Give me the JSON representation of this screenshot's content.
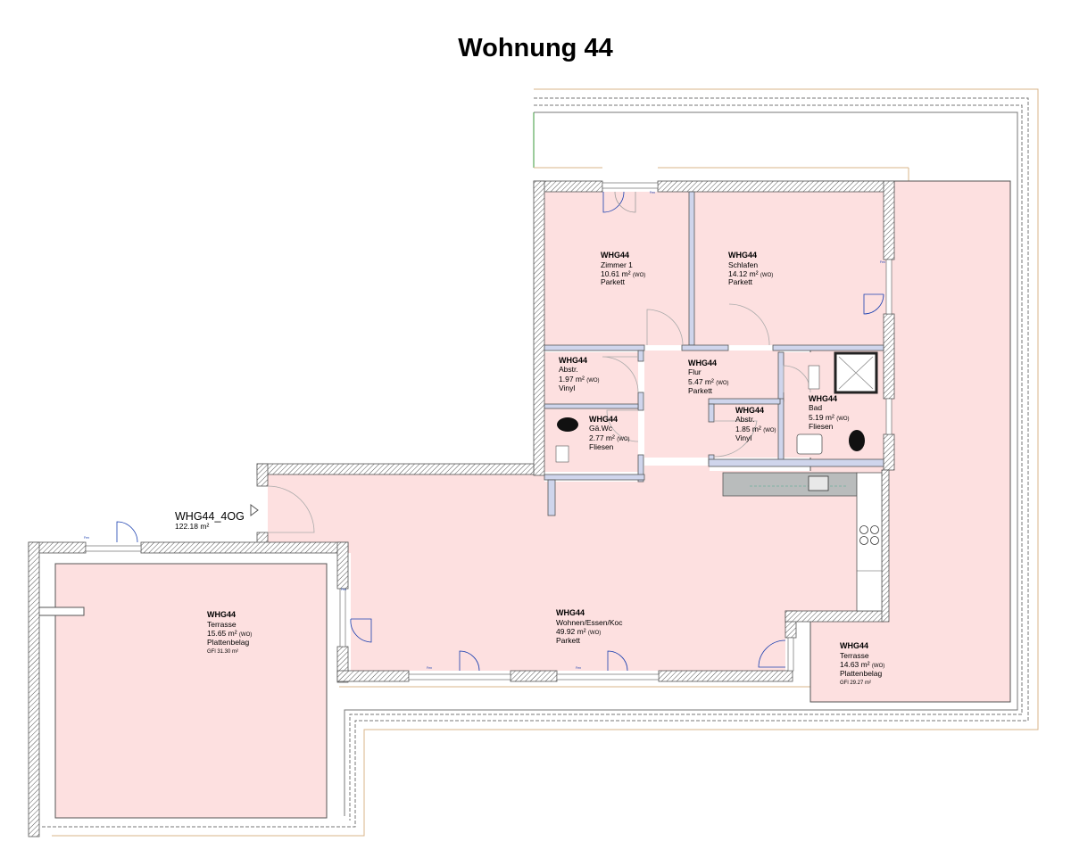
{
  "page": {
    "title": "Wohnung 44"
  },
  "apartment": {
    "id": "WHG44_4OG",
    "area": "122.18 m²"
  },
  "rooms": [
    {
      "key": "zimmer1",
      "unit": "WHG44",
      "name": "Zimmer 1",
      "area": "10.61 m²",
      "tag": "(WO)",
      "floor": "Parkett"
    },
    {
      "key": "schlafen",
      "unit": "WHG44",
      "name": "Schlafen",
      "area": "14.12 m²",
      "tag": "(WO)",
      "floor": "Parkett"
    },
    {
      "key": "abstr1",
      "unit": "WHG44",
      "name": "Abstr.",
      "area": "1.97 m²",
      "tag": "(WO)",
      "floor": "Vinyl"
    },
    {
      "key": "flur",
      "unit": "WHG44",
      "name": "Flur",
      "area": "5.47 m²",
      "tag": "(WO)",
      "floor": "Parkett"
    },
    {
      "key": "bad",
      "unit": "WHG44",
      "name": "Bad",
      "area": "5.19 m²",
      "tag": "(WO)",
      "floor": "Fliesen"
    },
    {
      "key": "gawc",
      "unit": "WHG44",
      "name": "Gä.Wc",
      "area": "2.77 m²",
      "tag": "(WO)",
      "floor": "Fliesen"
    },
    {
      "key": "abstr2",
      "unit": "WHG44",
      "name": "Abstr.",
      "area": "1.85 m²",
      "tag": "(WO)",
      "floor": "Vinyl"
    },
    {
      "key": "wohnen",
      "unit": "WHG44",
      "name": "Wohnen/Essen/Koc",
      "area": "49.92 m²",
      "tag": "(WO)",
      "floor": "Parkett"
    },
    {
      "key": "terrasse_w",
      "unit": "WHG44",
      "name": "Terrasse",
      "area": "15.65 m²",
      "tag": "(WO)",
      "floor": "Plattenbelag",
      "gfi": "GFl 31.30 m²"
    },
    {
      "key": "terrasse_e",
      "unit": "WHG44",
      "name": "Terrasse",
      "area": "14.63 m²",
      "tag": "(WO)",
      "floor": "Plattenbelag",
      "gfi": "GFl  29.27 m²"
    }
  ],
  "colors": {
    "room_fill": "#fde0e0",
    "wall": "#555555",
    "door": "#1a3fb0",
    "outline_tan": "#d9b48a",
    "outline_dash": "#777777",
    "parapet_green": "#3a9a3a"
  }
}
